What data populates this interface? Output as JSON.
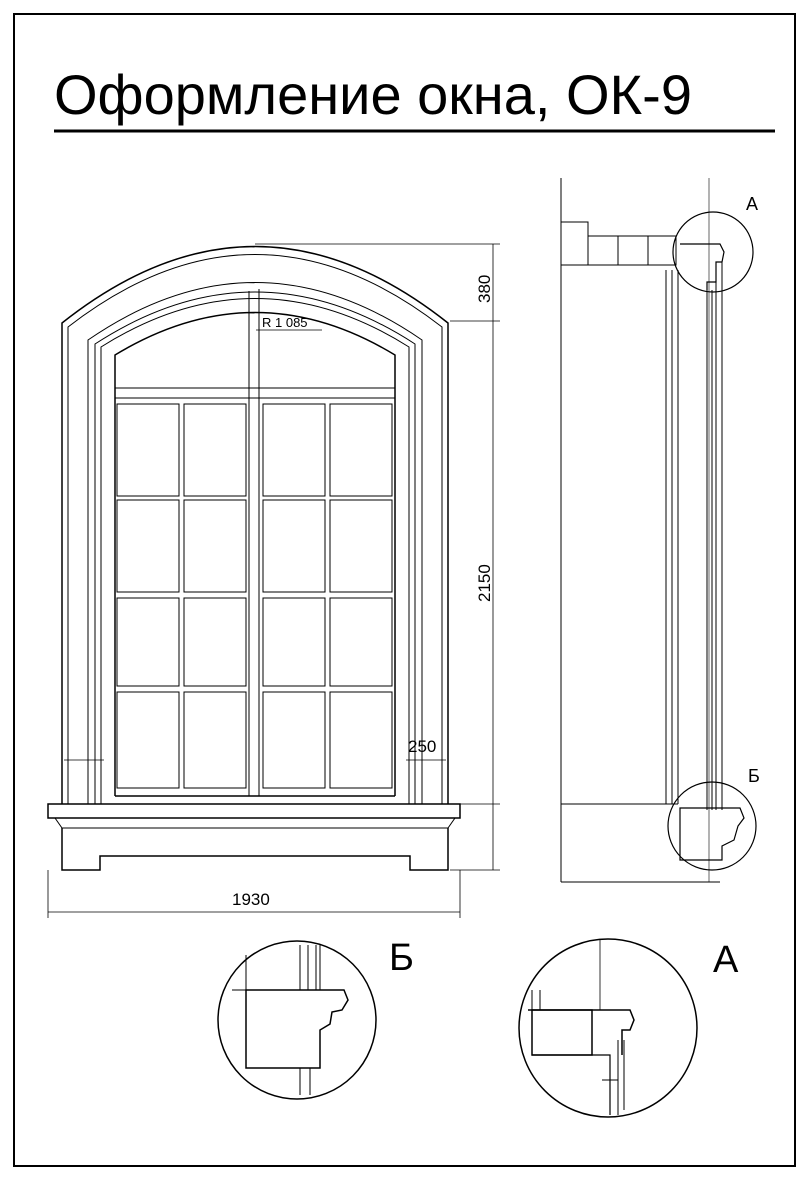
{
  "title": "Оформление окна, ОК-9",
  "dimensions": {
    "width": "1930",
    "height": "2150",
    "arch_height": "380",
    "sill_offset": "250",
    "radius": "R 1 085"
  },
  "callouts": {
    "a": "А",
    "b": "Б"
  },
  "details": {
    "b_label": "Б",
    "a_label": "А"
  }
}
